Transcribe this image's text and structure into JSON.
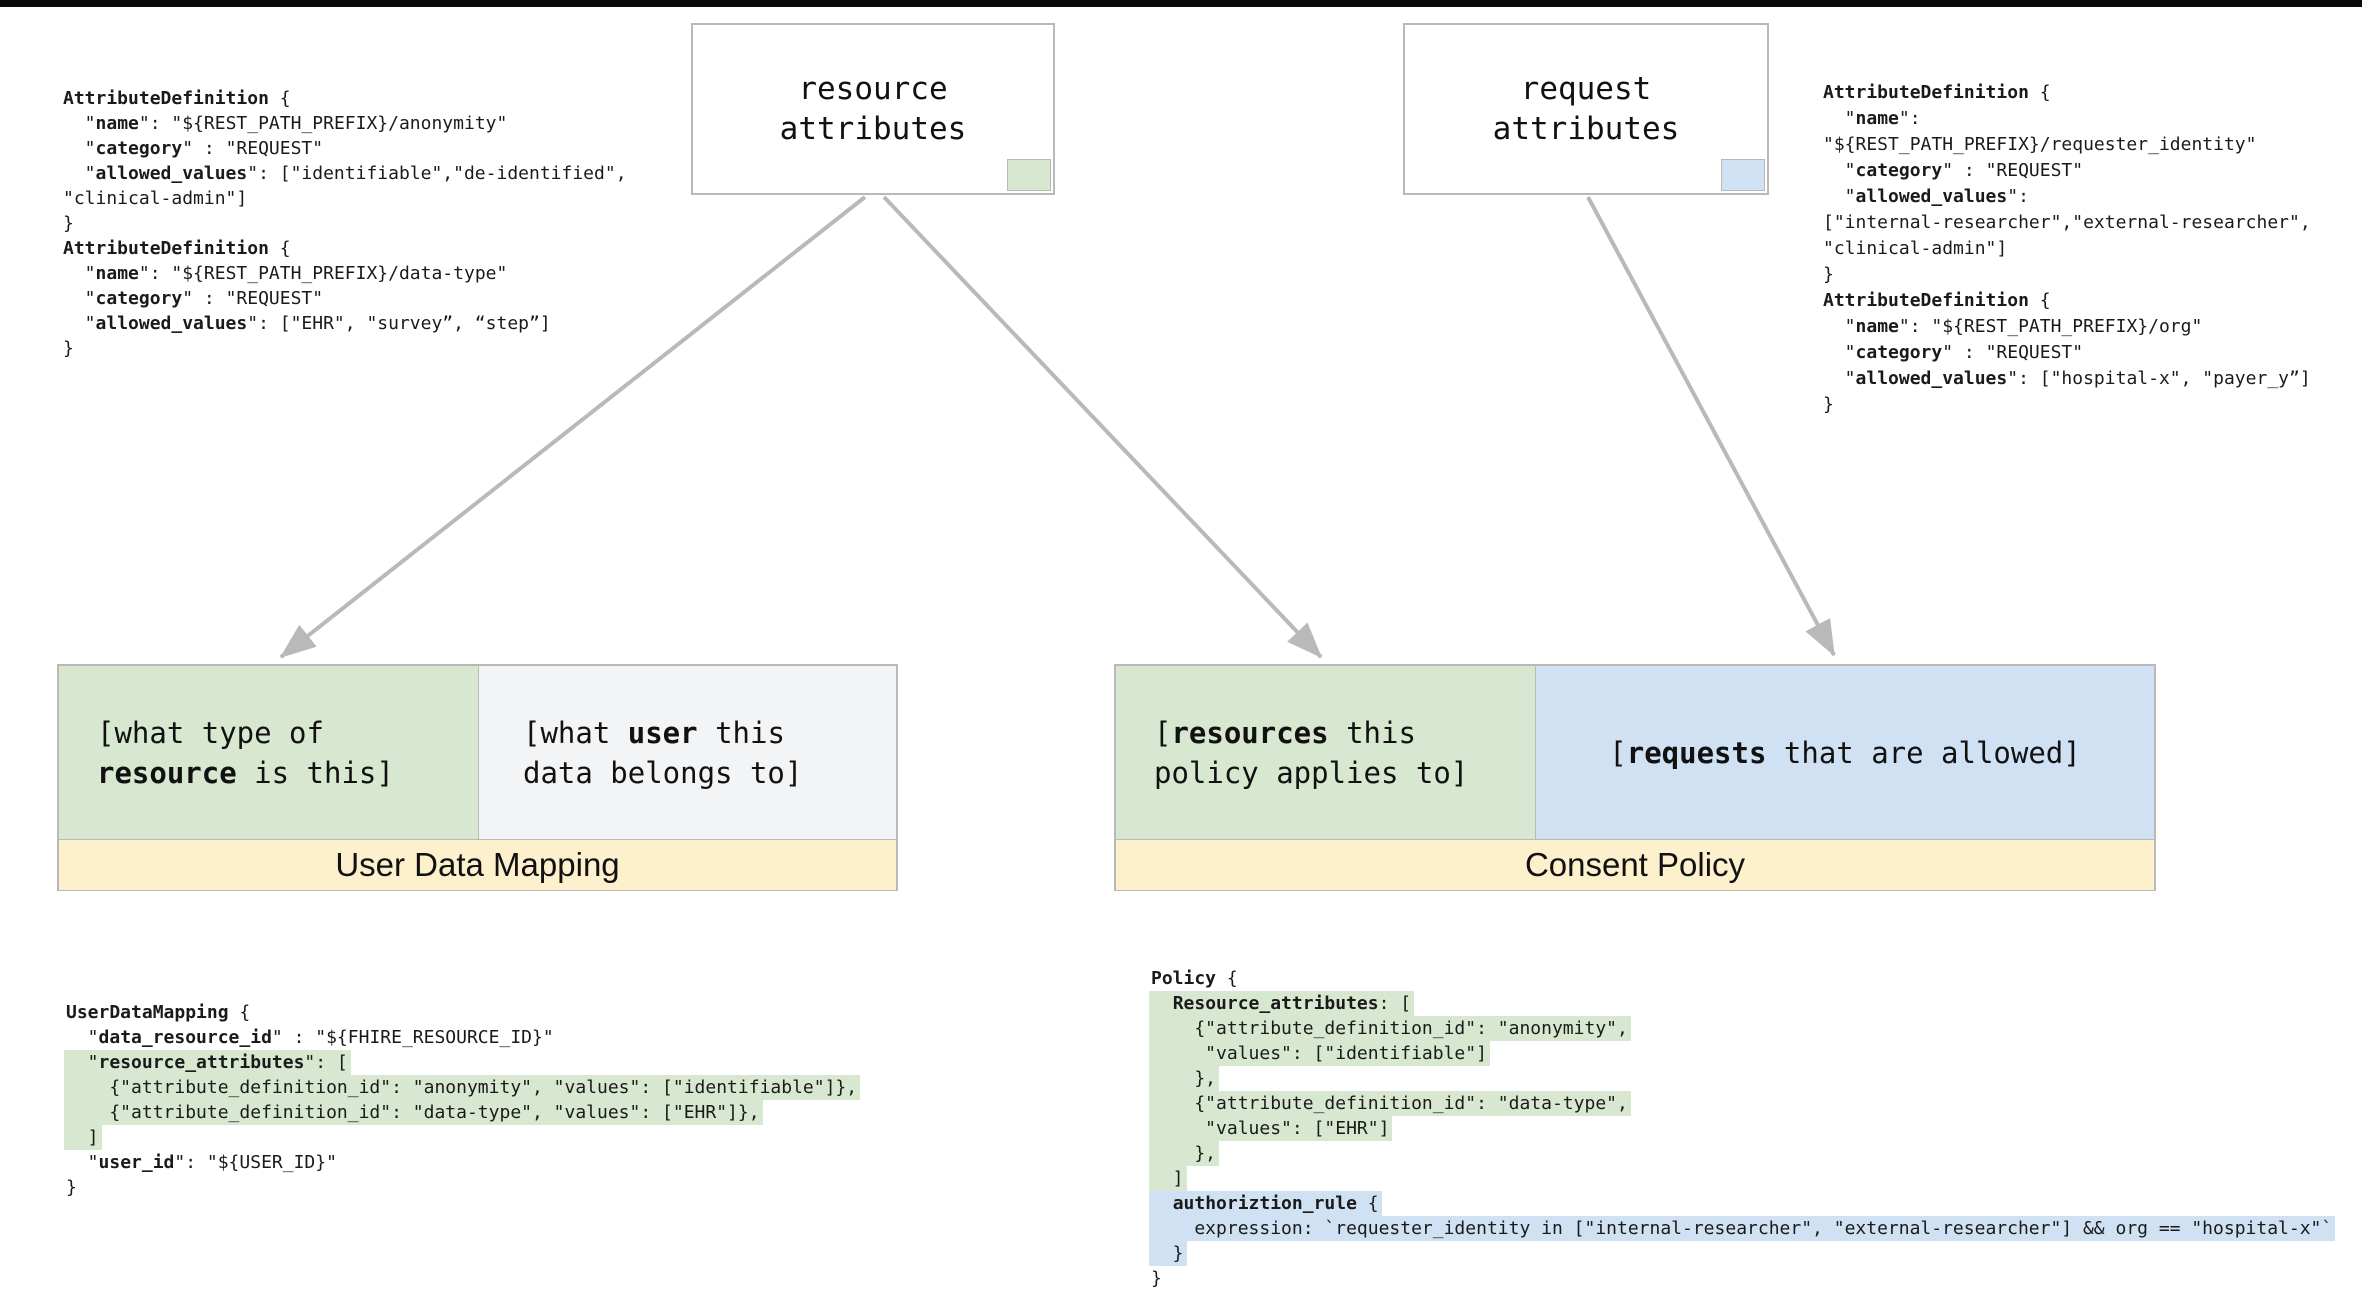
{
  "colors": {
    "green_fill": "#d8e7d0",
    "blue_fill": "#cfe1f2",
    "yellow_fill": "#fdf0cd",
    "neutral_fill": "#f3f4f5",
    "border_gray": "#b9b9b9",
    "arrow_gray": "#b9b9b9"
  },
  "nodes": {
    "resource_attributes": {
      "label": "resource\nattributes"
    },
    "request_attributes": {
      "label": "request\nattributes"
    }
  },
  "mapping_card": {
    "title": "User Data Mapping",
    "resource_cell": [
      {
        "seg": [
          {
            "t": "[what type of",
            "b": 0
          }
        ]
      },
      {
        "seg": [
          {
            "t": "resource",
            "b": 1
          },
          {
            "t": " is this]",
            "b": 0
          }
        ]
      }
    ],
    "user_cell": [
      {
        "seg": [
          {
            "t": "[what ",
            "b": 0
          },
          {
            "t": "user",
            "b": 1
          },
          {
            "t": " this",
            "b": 0
          }
        ]
      },
      {
        "seg": [
          {
            "t": "data belongs to]",
            "b": 0
          }
        ]
      }
    ]
  },
  "policy_card": {
    "title": "Consent Policy",
    "resources_cell": [
      {
        "seg": [
          {
            "t": "[",
            "b": 0
          },
          {
            "t": "resources",
            "b": 1
          },
          {
            "t": " this",
            "b": 0
          }
        ]
      },
      {
        "seg": [
          {
            "t": "policy applies to]",
            "b": 0
          }
        ]
      }
    ],
    "requests_cell": [
      {
        "seg": [
          {
            "t": "[",
            "b": 0
          },
          {
            "t": "requests",
            "b": 1
          },
          {
            "t": " that are allowed]",
            "b": 0
          }
        ]
      }
    ]
  },
  "code_blocks": {
    "resource_attr_defs": {
      "lines": [
        {
          "seg": [
            {
              "t": "AttributeDefinition",
              "b": 1
            },
            {
              "t": " {",
              "b": 0
            }
          ]
        },
        {
          "seg": [
            {
              "t": "  \"",
              "b": 0
            },
            {
              "t": "name",
              "b": 1
            },
            {
              "t": "\": \"${REST_PATH_PREFIX}/anonymity\"",
              "b": 0
            }
          ]
        },
        {
          "seg": [
            {
              "t": "  \"",
              "b": 0
            },
            {
              "t": "category",
              "b": 1
            },
            {
              "t": "\" : \"REQUEST\"",
              "b": 0
            }
          ]
        },
        {
          "seg": [
            {
              "t": "  \"",
              "b": 0
            },
            {
              "t": "allowed_values",
              "b": 1
            },
            {
              "t": "\": [\"identifiable\",\"de-identified\",",
              "b": 0
            }
          ]
        },
        {
          "seg": [
            {
              "t": "\"clinical-admin\"]",
              "b": 0
            }
          ]
        },
        {
          "seg": [
            {
              "t": "}",
              "b": 0
            }
          ]
        },
        {
          "seg": [
            {
              "t": "AttributeDefinition",
              "b": 1
            },
            {
              "t": " {",
              "b": 0
            }
          ]
        },
        {
          "seg": [
            {
              "t": "  \"",
              "b": 0
            },
            {
              "t": "name",
              "b": 1
            },
            {
              "t": "\": \"${REST_PATH_PREFIX}/data-type\"",
              "b": 0
            }
          ]
        },
        {
          "seg": [
            {
              "t": "  \"",
              "b": 0
            },
            {
              "t": "category",
              "b": 1
            },
            {
              "t": "\" : \"REQUEST\"",
              "b": 0
            }
          ]
        },
        {
          "seg": [
            {
              "t": "  \"",
              "b": 0
            },
            {
              "t": "allowed_values",
              "b": 1
            },
            {
              "t": "\": [\"EHR\", \"survey”, “step”]",
              "b": 0
            }
          ]
        },
        {
          "seg": [
            {
              "t": "}",
              "b": 0
            }
          ]
        }
      ]
    },
    "request_attr_defs": {
      "lines": [
        {
          "seg": [
            {
              "t": "AttributeDefinition",
              "b": 1
            },
            {
              "t": " {",
              "b": 0
            }
          ]
        },
        {
          "seg": [
            {
              "t": "  \"",
              "b": 0
            },
            {
              "t": "name",
              "b": 1
            },
            {
              "t": "\":",
              "b": 0
            }
          ]
        },
        {
          "seg": [
            {
              "t": "\"${REST_PATH_PREFIX}/requester_identity\"",
              "b": 0
            }
          ]
        },
        {
          "seg": [
            {
              "t": "  \"",
              "b": 0
            },
            {
              "t": "category",
              "b": 1
            },
            {
              "t": "\" : \"REQUEST\"",
              "b": 0
            }
          ]
        },
        {
          "seg": [
            {
              "t": "  \"",
              "b": 0
            },
            {
              "t": "allowed_values",
              "b": 1
            },
            {
              "t": "\":",
              "b": 0
            }
          ]
        },
        {
          "seg": [
            {
              "t": "[\"internal-researcher\",\"external-researcher\",",
              "b": 0
            }
          ]
        },
        {
          "seg": [
            {
              "t": "\"clinical-admin\"]",
              "b": 0
            }
          ]
        },
        {
          "seg": [
            {
              "t": "}",
              "b": 0
            }
          ]
        },
        {
          "seg": [
            {
              "t": "AttributeDefinition",
              "b": 1
            },
            {
              "t": " {",
              "b": 0
            }
          ]
        },
        {
          "seg": [
            {
              "t": "  \"",
              "b": 0
            },
            {
              "t": "name",
              "b": 1
            },
            {
              "t": "\": \"${REST_PATH_PREFIX}/org\"",
              "b": 0
            }
          ]
        },
        {
          "seg": [
            {
              "t": "  \"",
              "b": 0
            },
            {
              "t": "category",
              "b": 1
            },
            {
              "t": "\" : \"REQUEST\"",
              "b": 0
            }
          ]
        },
        {
          "seg": [
            {
              "t": "  \"",
              "b": 0
            },
            {
              "t": "allowed_values",
              "b": 1
            },
            {
              "t": "\": [\"hospital-x\", \"payer_y”]",
              "b": 0
            }
          ]
        },
        {
          "seg": [
            {
              "t": "}",
              "b": 0
            }
          ]
        }
      ]
    },
    "user_data_mapping": {
      "lines": [
        {
          "seg": [
            {
              "t": "UserDataMapping",
              "b": 1
            },
            {
              "t": " {",
              "b": 0
            }
          ]
        },
        {
          "seg": [
            {
              "t": "  \"",
              "b": 0
            },
            {
              "t": "data_resource_id",
              "b": 1
            },
            {
              "t": "\" : \"${FHIRE_RESOURCE_ID}\"",
              "b": 0
            }
          ]
        },
        {
          "hl": "green",
          "seg": [
            {
              "t": "  \"",
              "b": 0
            },
            {
              "t": "resource_attributes",
              "b": 1
            },
            {
              "t": "\": [",
              "b": 0
            }
          ]
        },
        {
          "hl": "green",
          "seg": [
            {
              "t": "    {\"attribute_definition_id\": \"anonymity\", \"values\": [\"identifiable\"]},",
              "b": 0
            }
          ]
        },
        {
          "hl": "green",
          "seg": [
            {
              "t": "    {\"attribute_definition_id\": \"data-type\", \"values\": [\"EHR\"]},",
              "b": 0
            }
          ]
        },
        {
          "hl": "green",
          "seg": [
            {
              "t": "  ]",
              "b": 0
            }
          ]
        },
        {
          "seg": [
            {
              "t": "  \"",
              "b": 0
            },
            {
              "t": "user_id",
              "b": 1
            },
            {
              "t": "\": \"${USER_ID}\"",
              "b": 0
            }
          ]
        },
        {
          "seg": [
            {
              "t": "}",
              "b": 0
            }
          ]
        }
      ]
    },
    "policy": {
      "lines": [
        {
          "seg": [
            {
              "t": "Policy",
              "b": 1
            },
            {
              "t": " {",
              "b": 0
            }
          ]
        },
        {
          "hl": "green",
          "seg": [
            {
              "t": "  ",
              "b": 0
            },
            {
              "t": "Resource_attributes",
              "b": 1
            },
            {
              "t": ": [",
              "b": 0
            }
          ]
        },
        {
          "hl": "green",
          "seg": [
            {
              "t": "    {\"attribute_definition_id\": \"anonymity\",",
              "b": 0
            }
          ]
        },
        {
          "hl": "green",
          "seg": [
            {
              "t": "     \"values\": [\"identifiable\"]",
              "b": 0
            }
          ]
        },
        {
          "hl": "green",
          "seg": [
            {
              "t": "    },",
              "b": 0
            }
          ]
        },
        {
          "hl": "green",
          "seg": [
            {
              "t": "    {\"attribute_definition_id\": \"data-type\",",
              "b": 0
            }
          ]
        },
        {
          "hl": "green",
          "seg": [
            {
              "t": "     \"values\": [\"EHR\"]",
              "b": 0
            }
          ]
        },
        {
          "hl": "green",
          "seg": [
            {
              "t": "    },",
              "b": 0
            }
          ]
        },
        {
          "hl": "green",
          "seg": [
            {
              "t": "  ]",
              "b": 0
            }
          ]
        },
        {
          "hl": "blue",
          "seg": [
            {
              "t": "  ",
              "b": 0
            },
            {
              "t": "authoriztion_rule",
              "b": 1
            },
            {
              "t": " {",
              "b": 0
            }
          ]
        },
        {
          "hl": "blue",
          "seg": [
            {
              "t": "    expression: `requester_identity in [\"internal-researcher\", \"external-researcher\"] && org == \"hospital-x\"`",
              "b": 0
            }
          ]
        },
        {
          "hl": "blue",
          "seg": [
            {
              "t": "  }",
              "b": 0
            }
          ]
        },
        {
          "seg": [
            {
              "t": "}",
              "b": 0
            }
          ]
        }
      ]
    }
  }
}
